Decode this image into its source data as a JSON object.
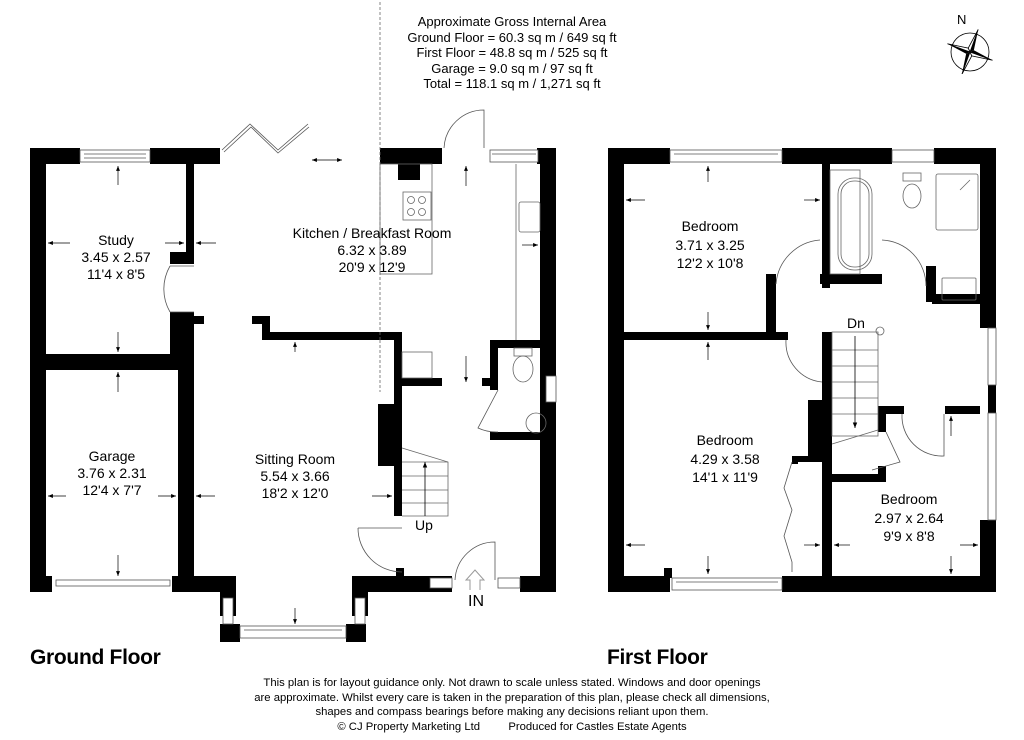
{
  "area_summary": {
    "title": "Approximate Gross Internal Area",
    "ground_floor": "Ground Floor = 60.3 sq m / 649 sq ft",
    "first_floor": "First Floor = 48.8 sq m / 525 sq ft",
    "garage": "Garage = 9.0 sq m / 97 sq ft",
    "total": "Total = 118.1 sq m / 1,271 sq ft"
  },
  "compass": {
    "label": "N",
    "icon": "compass-rose-icon"
  },
  "ground_floor": {
    "title": "Ground Floor",
    "rooms": [
      {
        "name": "Study",
        "metric": "3.45 x 2.57",
        "imperial": "11'4 x 8'5"
      },
      {
        "name": "Kitchen / Breakfast Room",
        "metric": "6.32 x 3.89",
        "imperial": "20'9 x 12'9"
      },
      {
        "name": "Garage",
        "metric": "3.76 x 2.31",
        "imperial": "12'4 x 7'7"
      },
      {
        "name": "Sitting Room",
        "metric": "5.54 x 3.66",
        "imperial": "18'2 x 12'0"
      }
    ],
    "stairs_label": "Up",
    "entrance_label": "IN"
  },
  "first_floor": {
    "title": "First Floor",
    "rooms": [
      {
        "name": "Bedroom",
        "metric": "3.71 x 3.25",
        "imperial": "12'2 x 10'8"
      },
      {
        "name": "Bedroom",
        "metric": "4.29 x 3.58",
        "imperial": "14'1 x 11'9"
      },
      {
        "name": "Bedroom",
        "metric": "2.97 x 2.64",
        "imperial": "9'9 x 8'8"
      }
    ],
    "stairs_label": "Dn"
  },
  "disclaimer": {
    "line1": "This plan is for layout guidance only. Not drawn to scale unless stated. Windows and door openings",
    "line2": "are approximate. Whilst every care is taken in the preparation of this plan, please check all dimensions,",
    "line3": "shapes and compass bearings before making any decisions reliant upon them.",
    "copyright": "© CJ Property Marketing Ltd",
    "produced_for": "Produced for Castles Estate Agents"
  },
  "colors": {
    "wall": "#000000",
    "background": "#ffffff",
    "fixture_line": "#555555"
  }
}
